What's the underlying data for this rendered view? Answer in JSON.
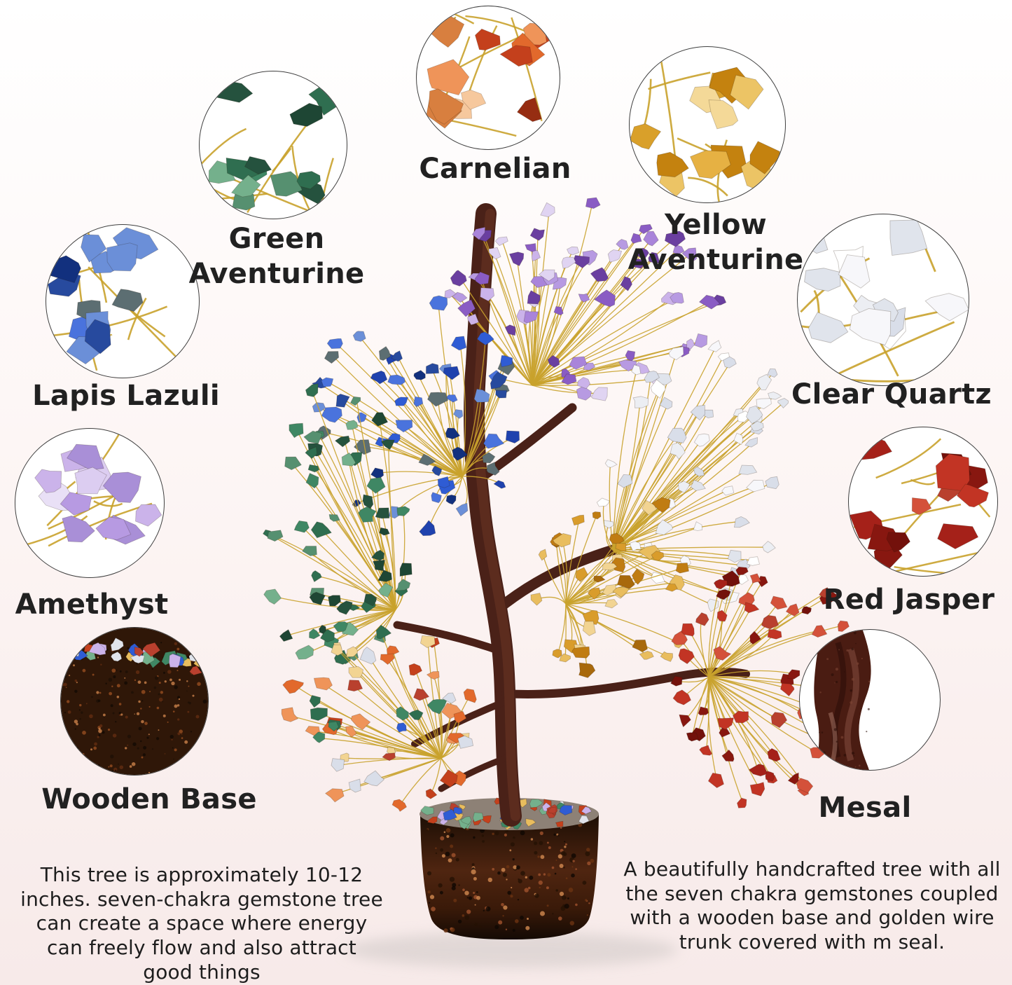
{
  "background": {
    "top": "#ffffff",
    "bottom": "#f7eae9"
  },
  "callouts": [
    {
      "key": "carnelian",
      "label": "Carnelian"
    },
    {
      "key": "green_aventurine",
      "label": "Green Aventurine"
    },
    {
      "key": "yellow_aventurine",
      "label": "Yellow Aventurine"
    },
    {
      "key": "lapis",
      "label": "Lapis Lazuli"
    },
    {
      "key": "clear_quartz",
      "label": "Clear Quartz"
    },
    {
      "key": "amethyst_light",
      "label": "Amethyst"
    },
    {
      "key": "red_jasper",
      "label": "Red Jasper"
    },
    {
      "key": "wooden_base",
      "label": "Wooden Base"
    },
    {
      "key": "mesal",
      "label": "Mesal"
    }
  ],
  "descriptions": {
    "left": "This tree is approximately 10-12 inches.  seven-chakra gemstone tree can create a space where energy can freely flow and also attract good things",
    "right": "A beautifully handcrafted tree with all the seven chakra gemstones coupled with a wooden base and golden wire trunk covered with m seal."
  },
  "colors": {
    "wire_gold": "#c9a22c",
    "trunk": "#4a2118",
    "trunk_highlight": "#5f2e20",
    "bark_dark": "#2f1708",
    "text": "#212121",
    "circle_border": "#3f3f3f",
    "palettes": {
      "carnelian": [
        "#c4401c",
        "#e2692c",
        "#ef9459",
        "#f6c89d",
        "#962d12",
        "#d87f3f"
      ],
      "green_aventurine": [
        "#2f6e50",
        "#3f8764",
        "#569070",
        "#25523e",
        "#74b08c",
        "#1e4634"
      ],
      "yellow_aventurine": [
        "#d9a02a",
        "#ecc465",
        "#c4820f",
        "#f4d998",
        "#e6b143"
      ],
      "lapis": [
        "#1f42ae",
        "#2f5cd4",
        "#12307e",
        "#4a73dd",
        "#274a9e",
        "#6b8fd8",
        "#5c6e72"
      ],
      "clear_quartz": [
        "#f7f7fa",
        "#eceef3",
        "#e0e4ec",
        "#ffffff",
        "#d9dee9"
      ],
      "amethyst": [
        "#8a5cc4",
        "#a984da",
        "#cbb3ea",
        "#e0d4f2",
        "#6a3fa0",
        "#b79ae2"
      ],
      "amethyst_light": [
        "#cbb3ea",
        "#dccdf1",
        "#b79ae2",
        "#e9e0f6",
        "#a98fd7"
      ],
      "red_jasper": [
        "#a52119",
        "#c23424",
        "#881710",
        "#d4513a",
        "#73110b",
        "#b9402e"
      ],
      "citrine": [
        "#d99c2b",
        "#e9bd5e",
        "#c07c12",
        "#f2d492",
        "#a8690c"
      ],
      "mixed": [
        "#c4401c",
        "#2f6e50",
        "#e2692c",
        "#b9402e",
        "#ef9459",
        "#3f8764",
        "#f2d492",
        "#d9dee9",
        "#2f5cd4"
      ],
      "gravel": [
        "#c4401c",
        "#3f8764",
        "#2f5cd4",
        "#e0e4ec",
        "#e9bd5e",
        "#b9402e",
        "#74b08c",
        "#cbb3ea"
      ]
    }
  }
}
